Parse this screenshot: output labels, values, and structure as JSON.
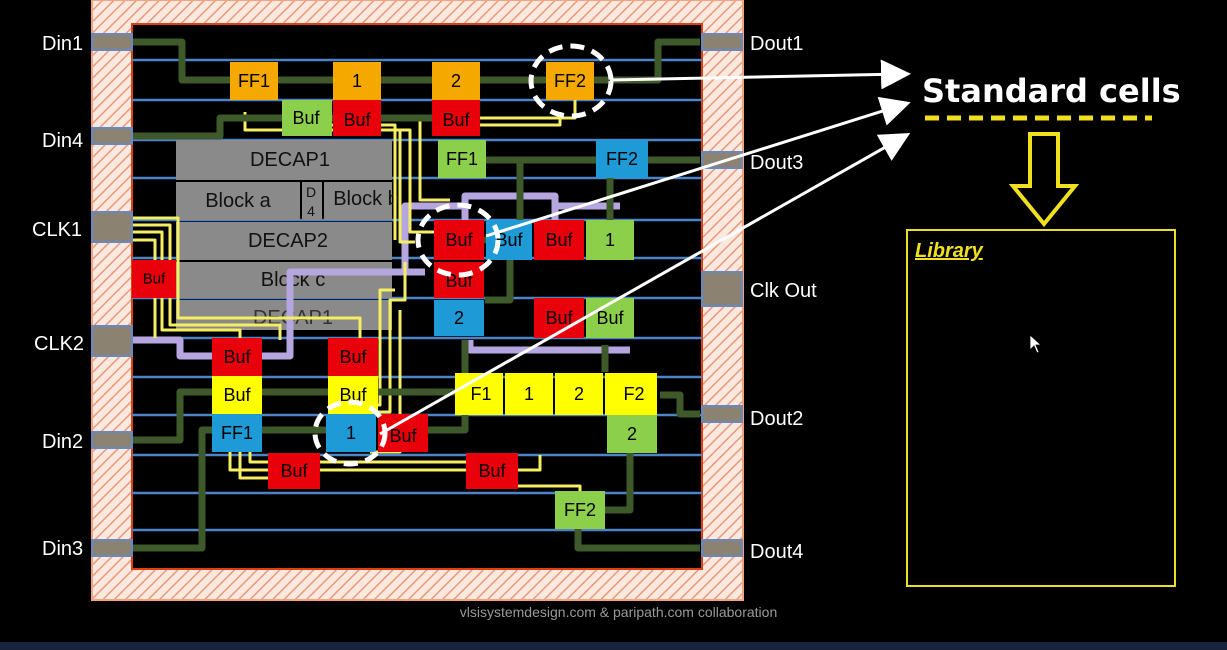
{
  "pins": {
    "din1": "Din1",
    "din4": "Din4",
    "clk1": "CLK1",
    "clk2": "CLK2",
    "din2": "Din2",
    "din3": "Din3",
    "dout1": "Dout1",
    "dout3": "Dout3",
    "clk_out": "Clk Out",
    "dout2": "Dout2",
    "dout4": "Dout4"
  },
  "blocks": {
    "decap1": "DECAP1",
    "block_a": "Block a",
    "d4_top": "D",
    "d4_bot": "4",
    "block_b": "Block b",
    "decap2": "DECAP2",
    "block_c": "Block c",
    "decap3": "DECAP1"
  },
  "cells": {
    "ff1_top": "FF1",
    "one_top": "1",
    "two_top": "2",
    "ff2_top": "FF2",
    "buf_a": "Buf",
    "buf_b": "Buf",
    "buf_c": "Buf",
    "ff1_mid": "FF1",
    "ff2_mid": "FF2",
    "buf_circ": "Buf",
    "buf_blue": "Buf",
    "buf_red2": "Buf",
    "one_mid": "1",
    "buf_left": "Buf",
    "buf_under": "Buf",
    "two_blue": "2",
    "buf_r3": "Buf",
    "buf_g3": "Buf",
    "buf_l1": "Buf",
    "buf_l2": "Buf",
    "buf_y1": "Buf",
    "buf_y2": "Buf",
    "ff1_blue": "FF1",
    "one_blue": "1",
    "buf_partial": "Buf",
    "f1_y": "F1",
    "one_y": "1",
    "two_y": "2",
    "f2_y": "F2",
    "two_g": "2",
    "buf_b1": "Buf",
    "buf_b2": "Buf",
    "ff2_bot": "FF2"
  },
  "annotation": {
    "title": "Standard cells",
    "library_label": "Library"
  },
  "footer": {
    "credit": "vlsisystemdesign.com & paripath.com collaboration"
  },
  "colors": {
    "background": "#000000",
    "io_ring": "#f4a37e",
    "core_border": "#e04010",
    "metal_row": "#4f83c7",
    "green_wire": "#3f5a2a",
    "yellow_wire": "#f5ee63",
    "lavender_wire": "#b6a6e0",
    "orange_cell": "#f5a800",
    "red_cell": "#e8000b",
    "green_cell": "#8ccf4b",
    "blue_cell": "#1e9ad6",
    "yellow_cell": "#ffff00",
    "gray_block": "#8a8a8a",
    "annotation": "#ffffff",
    "library_border": "#f0e020"
  }
}
